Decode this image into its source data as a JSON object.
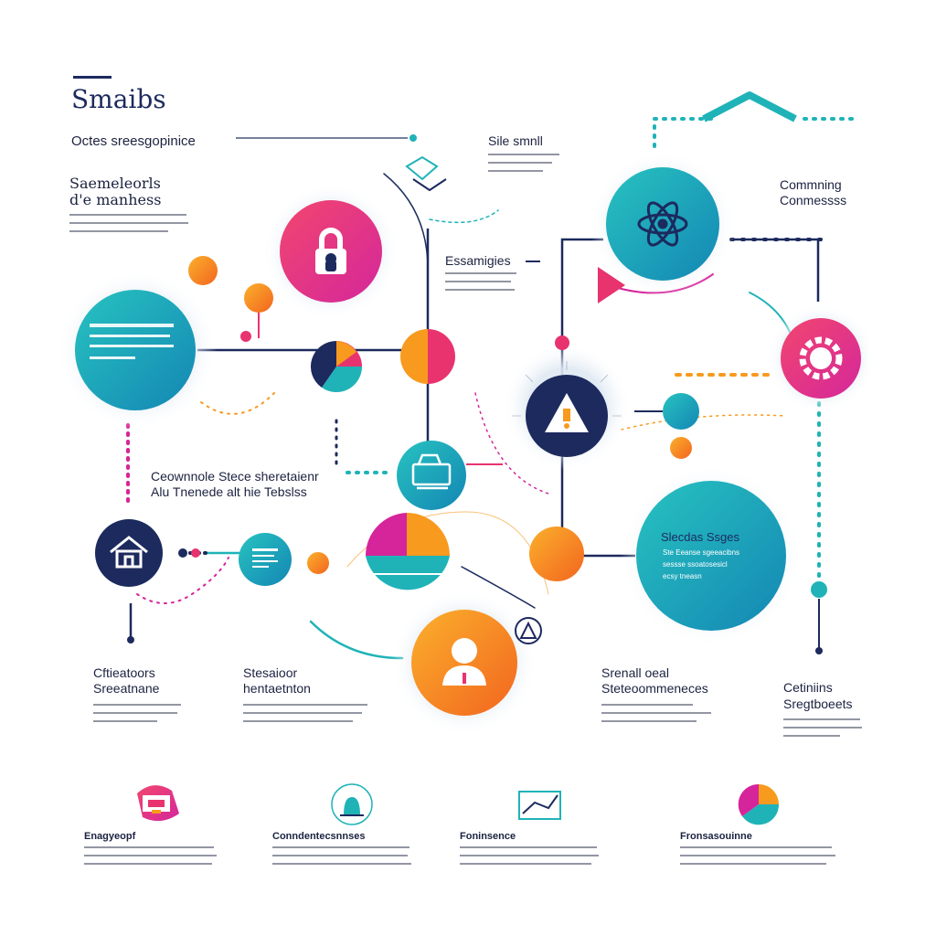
{
  "header": {
    "title": "Smaibs",
    "subtitle": "Octes sreesgopinice"
  },
  "blocks": {
    "top_left": {
      "heading1": "Saemeleorls",
      "heading2": "d'e manhess"
    },
    "site_small": {
      "heading": "Sile smnll"
    },
    "essamigies": {
      "heading": "Essamigies"
    },
    "comming": {
      "heading1": "Commning",
      "heading2": "Conmessss"
    },
    "middle_left": {
      "heading1": "Ceownnole Stece sheretaienr",
      "heading2": "Alu Tnenede alt hie Tebslss"
    },
    "bottom_left_1": {
      "heading1": "Cftieatoors",
      "heading2": "Sreeatnane"
    },
    "bottom_left_2": {
      "heading1": "Stesaioor",
      "heading2": "hentaetnton"
    },
    "bottom_mid": {
      "heading1": "Srenall oeal",
      "heading2": "Steteoommeneces"
    },
    "bottom_right": {
      "heading1": "Cetiniins",
      "heading2": "Sregtboeets"
    },
    "big_circle": {
      "heading": "Slecdas Ssges",
      "line1": "Ste Eeanse sgeeacibns",
      "line2": "sessse ssoatosesicl",
      "line3": "ecsy tneasn"
    }
  },
  "footer": [
    {
      "caption": "Enagyeopf"
    },
    {
      "caption": "Conndentecsnnses"
    },
    {
      "caption": "Foninsence"
    },
    {
      "caption": "Fronsasouinne"
    }
  ],
  "colors": {
    "teal": "#1fb3b8",
    "pink": "#e8336f",
    "orange": "#f79a1e",
    "navy": "#1c2a5e",
    "magenta": "#d6249b"
  },
  "icons": [
    "lock-icon",
    "atom-icon",
    "gear-icon",
    "warning-icon",
    "home-icon",
    "document-icon",
    "user-icon",
    "chart-icon",
    "pie-chart-icon"
  ]
}
